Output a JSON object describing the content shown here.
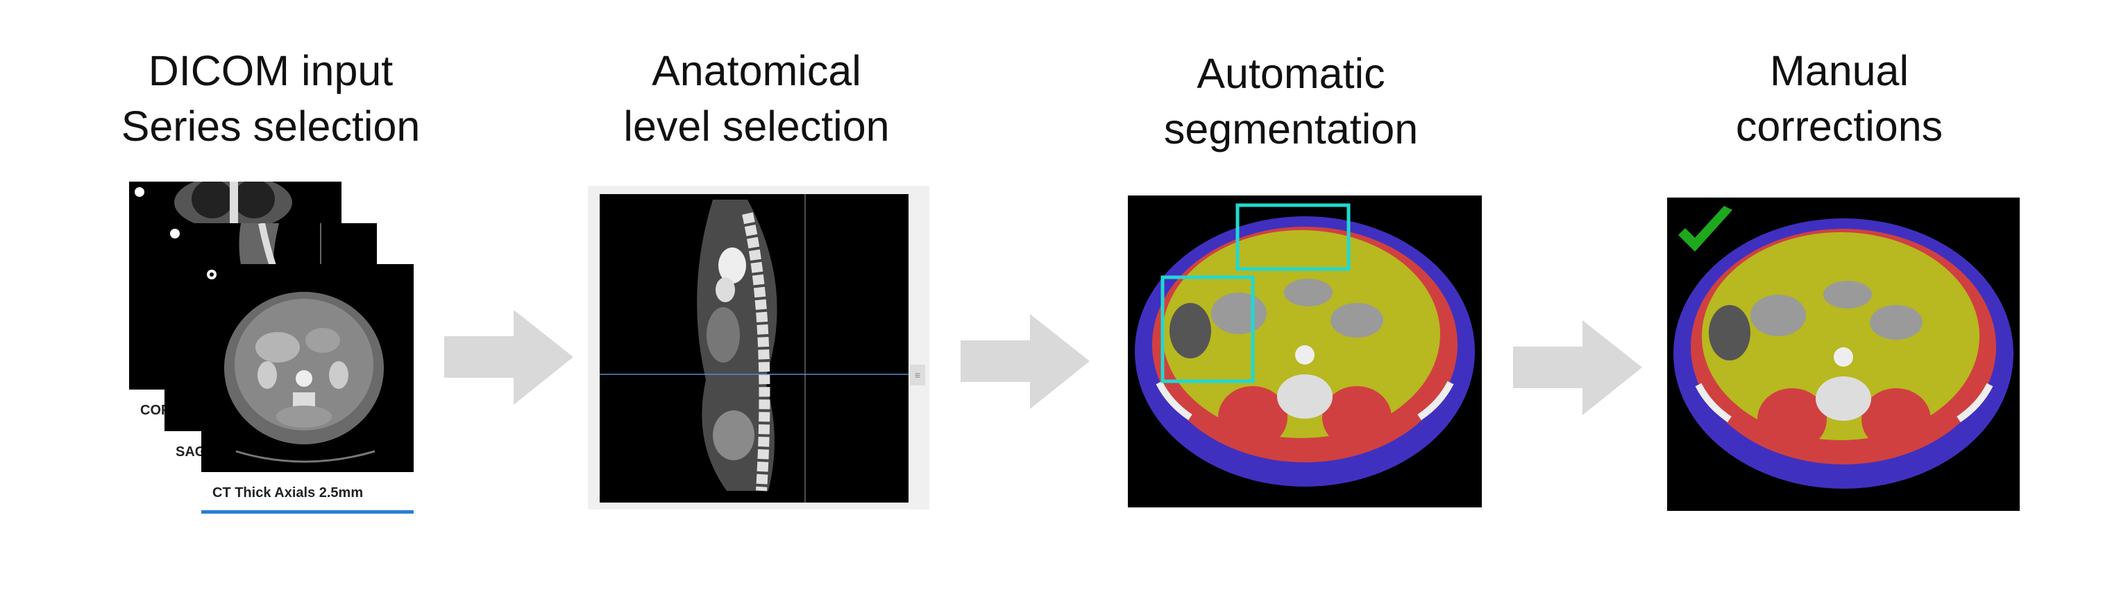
{
  "stages": [
    {
      "title_line1": "DICOM input",
      "title_line2": "Series selection"
    },
    {
      "title_line1": "Anatomical",
      "title_line2": "level selection"
    },
    {
      "title_line1": "Automatic",
      "title_line2": "segmentation"
    },
    {
      "title_line1": "Manual",
      "title_line2": "corrections"
    }
  ],
  "series": [
    {
      "label": "COR",
      "selected": false
    },
    {
      "label": "SAG",
      "selected": false
    },
    {
      "label": "CT Thick Axials 2.5mm",
      "selected": true
    }
  ],
  "level_panel": {
    "scroll_handle_glyph": "≡"
  },
  "colors": {
    "arrow": "#d9d9d9",
    "selection_underline": "#2a7fd6",
    "crosshair": "#5a8cc8",
    "highlight_box": "#22d8d0",
    "check": "#1ea81e",
    "seg_visceral_fat": "#b8b820",
    "seg_muscle": "#d04040",
    "seg_subcutaneous_fat": "#4030c0"
  }
}
